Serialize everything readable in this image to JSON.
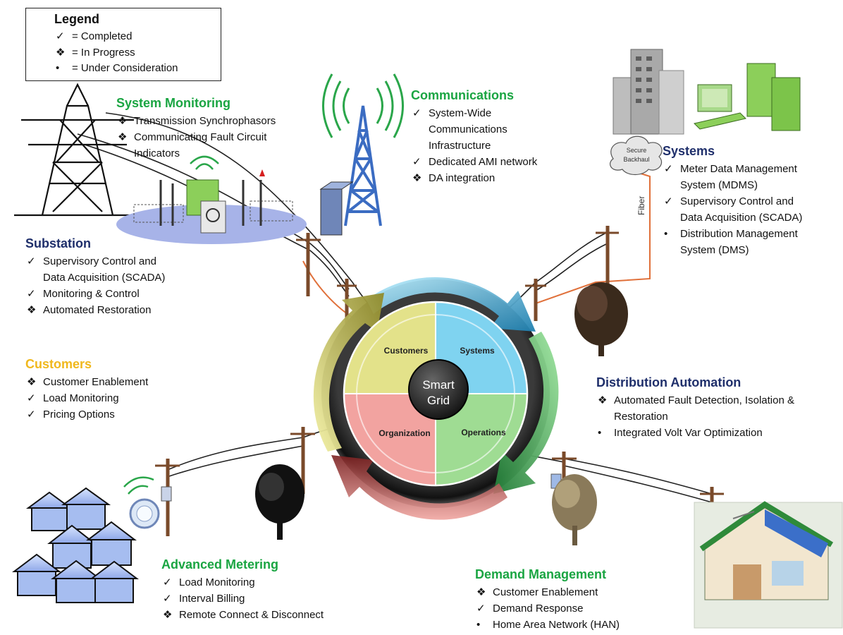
{
  "legend": {
    "title": "Legend",
    "items": [
      {
        "symbol": "✓",
        "text": "= Completed"
      },
      {
        "symbol": "❖",
        "text": "= In Progress"
      },
      {
        "symbol": "•",
        "text": "= Under Consideration"
      }
    ]
  },
  "center": {
    "line1": "Smart",
    "line2": "Grid",
    "quadrants": [
      "Customers",
      "Systems",
      "Organization",
      "Operations"
    ]
  },
  "cloud_label": {
    "line1": "Secure",
    "line2": "Backhaul"
  },
  "fiber_label": "Fiber",
  "sections": {
    "system_monitoring": {
      "title": "System Monitoring",
      "items": [
        {
          "symbol": "❖",
          "lines": [
            "Transmission Synchrophasors"
          ]
        },
        {
          "symbol": "❖",
          "lines": [
            "Communicating Fault Circuit",
            "Indicators"
          ]
        }
      ]
    },
    "communications": {
      "title": "Communications",
      "items": [
        {
          "symbol": "✓",
          "lines": [
            "System-Wide",
            "Communications",
            "Infrastructure"
          ]
        },
        {
          "symbol": "✓",
          "lines": [
            "Dedicated AMI network"
          ]
        },
        {
          "symbol": "❖",
          "lines": [
            "DA integration"
          ]
        }
      ]
    },
    "systems": {
      "title": "Systems",
      "items": [
        {
          "symbol": "✓",
          "lines": [
            "Meter Data Management",
            "System (MDMS)"
          ]
        },
        {
          "symbol": "✓",
          "lines": [
            "Supervisory Control and",
            "Data Acquisition (SCADA)"
          ]
        },
        {
          "symbol": "•",
          "lines": [
            "Distribution Management",
            "System (DMS)"
          ]
        }
      ]
    },
    "substation": {
      "title": "Substation",
      "items": [
        {
          "symbol": "✓",
          "lines": [
            "Supervisory Control and",
            "Data Acquisition (SCADA)"
          ]
        },
        {
          "symbol": "✓",
          "lines": [
            "Monitoring & Control"
          ]
        },
        {
          "symbol": "❖",
          "lines": [
            "Automated Restoration"
          ]
        }
      ]
    },
    "customers": {
      "title": "Customers",
      "items": [
        {
          "symbol": "❖",
          "lines": [
            "Customer Enablement"
          ]
        },
        {
          "symbol": "✓",
          "lines": [
            "Load Monitoring"
          ]
        },
        {
          "symbol": "✓",
          "lines": [
            "Pricing Options"
          ]
        }
      ]
    },
    "distribution_automation": {
      "title": "Distribution Automation",
      "items": [
        {
          "symbol": "❖",
          "lines": [
            "Automated Fault Detection, Isolation &",
            "Restoration"
          ]
        },
        {
          "symbol": "•",
          "lines": [
            "Integrated Volt Var Optimization"
          ]
        }
      ]
    },
    "advanced_metering": {
      "title": "Advanced Metering",
      "items": [
        {
          "symbol": "✓",
          "lines": [
            "Load Monitoring"
          ]
        },
        {
          "symbol": "✓",
          "lines": [
            "Interval Billing"
          ]
        },
        {
          "symbol": "❖",
          "lines": [
            "Remote Connect & Disconnect"
          ]
        }
      ]
    },
    "demand_management": {
      "title": "Demand Management",
      "items": [
        {
          "symbol": "❖",
          "lines": [
            "Customer Enablement"
          ]
        },
        {
          "symbol": "✓",
          "lines": [
            "Demand Response"
          ]
        },
        {
          "symbol": "•",
          "lines": [
            "Home Area Network (HAN)"
          ]
        }
      ]
    }
  },
  "colors": {
    "title_green": "#1aa542",
    "title_navy": "#1f2f6b",
    "title_gold": "#f0b81d",
    "quad_yellow": "#e3e28a",
    "quad_blue": "#7fd3f0",
    "quad_pink": "#f2a3a0",
    "quad_green": "#9fdc93",
    "ring_dark": "#222222",
    "fiber": "#e0703a"
  }
}
